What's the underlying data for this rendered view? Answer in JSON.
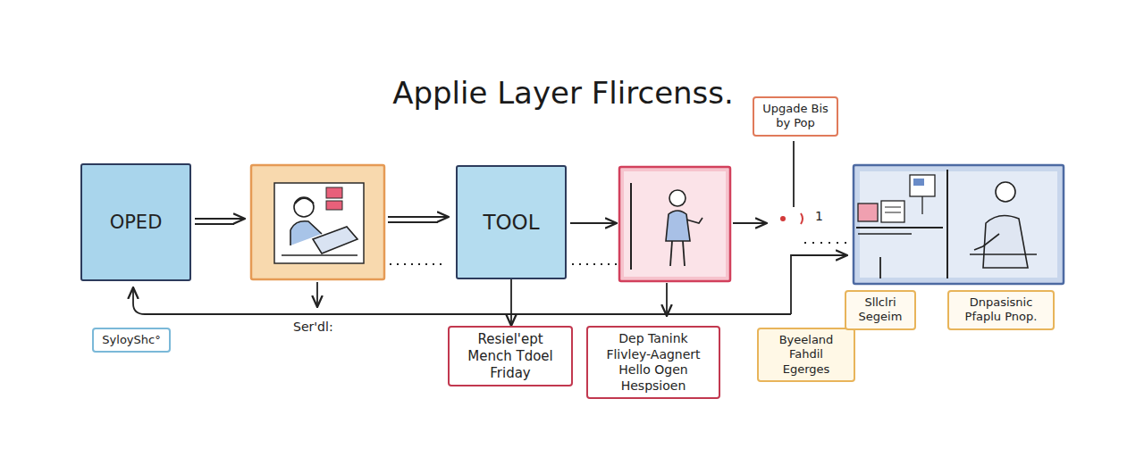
{
  "diagram": {
    "title": "Applie Layer Flircenss.",
    "nodes": [
      {
        "text": [
          "OPED"
        ]
      },
      {
        "text": [
          "TOOL"
        ]
      },
      {
        "text": [
          "Upgade Bis by Pop"
        ]
      },
      {
        "text": [
          "SyloyShc°"
        ]
      },
      {
        "text": [
          "Resiel'ept Mench Tdoel Friday"
        ]
      },
      {
        "text": [
          "Dep Tanink Flivley-Aagnert Hello Ogen Hespsioen"
        ]
      },
      {
        "text": [
          "Byeeland Fahdil Egerges"
        ]
      },
      {
        "text": [
          "Sllclri Segeim"
        ]
      },
      {
        "text": [
          "Dnpasisnic Pfaplu Pnop."
        ]
      }
    ],
    "edges": [
      {
        "from": 1,
        "to": 4,
        "arrow": "to"
      }
    ],
    "labels": [
      "Ser'dl:",
      "1"
    ]
  }
}
